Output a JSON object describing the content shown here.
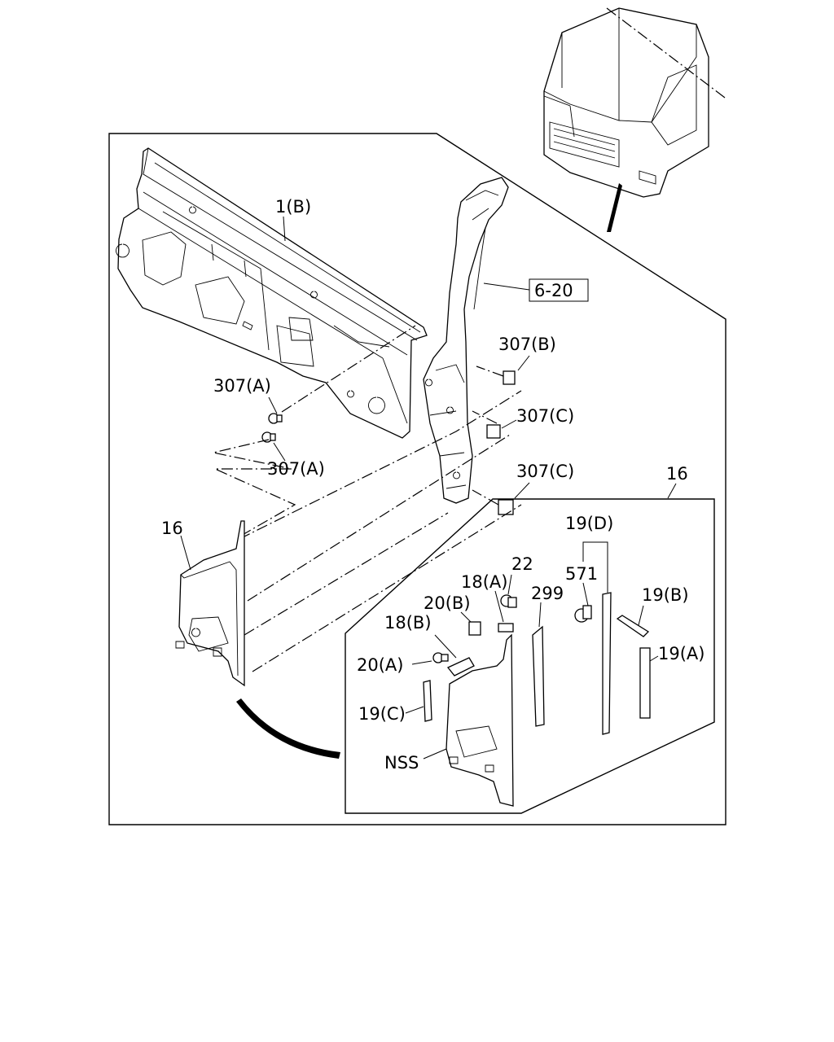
{
  "labels": {
    "cowl_panel": "1(B)",
    "pillar_ref": "6-20",
    "clip_307b": "307(B)",
    "clip_307a_upper": "307(A)",
    "clip_307a_lower": "307(A)",
    "clip_307c_upper": "307(C)",
    "clip_307c_lower": "307(C)",
    "part_16_main": "16",
    "part_16_detail": "16",
    "part_19d": "19(D)",
    "part_22": "22",
    "part_571": "571",
    "part_18a": "18(A)",
    "part_299": "299",
    "part_20b": "20(B)",
    "part_19b": "19(B)",
    "part_18b": "18(B)",
    "part_19a": "19(A)",
    "part_20a": "20(A)",
    "part_19c": "19(C)",
    "part_nss": "NSS"
  }
}
